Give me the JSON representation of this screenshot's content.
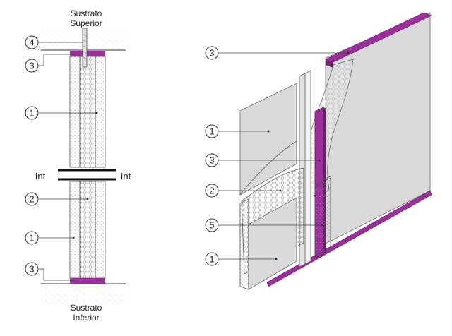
{
  "left": {
    "top_caption": [
      "Sustrato",
      "Superior"
    ],
    "bottom_caption": [
      "Sustrato",
      "Inferior"
    ],
    "int_left": "Int",
    "int_right": "Int",
    "callouts": [
      "4",
      "3",
      "1",
      "2",
      "1",
      "3"
    ]
  },
  "right": {
    "callouts": [
      "3",
      "1",
      "3",
      "2",
      "5",
      "1"
    ]
  },
  "colors": {
    "track": "#9b2f9b",
    "board": "#d9d9d9",
    "board_edge": "#8a8a8a",
    "insulation": "#f2f2f2",
    "outline": "#444444"
  }
}
